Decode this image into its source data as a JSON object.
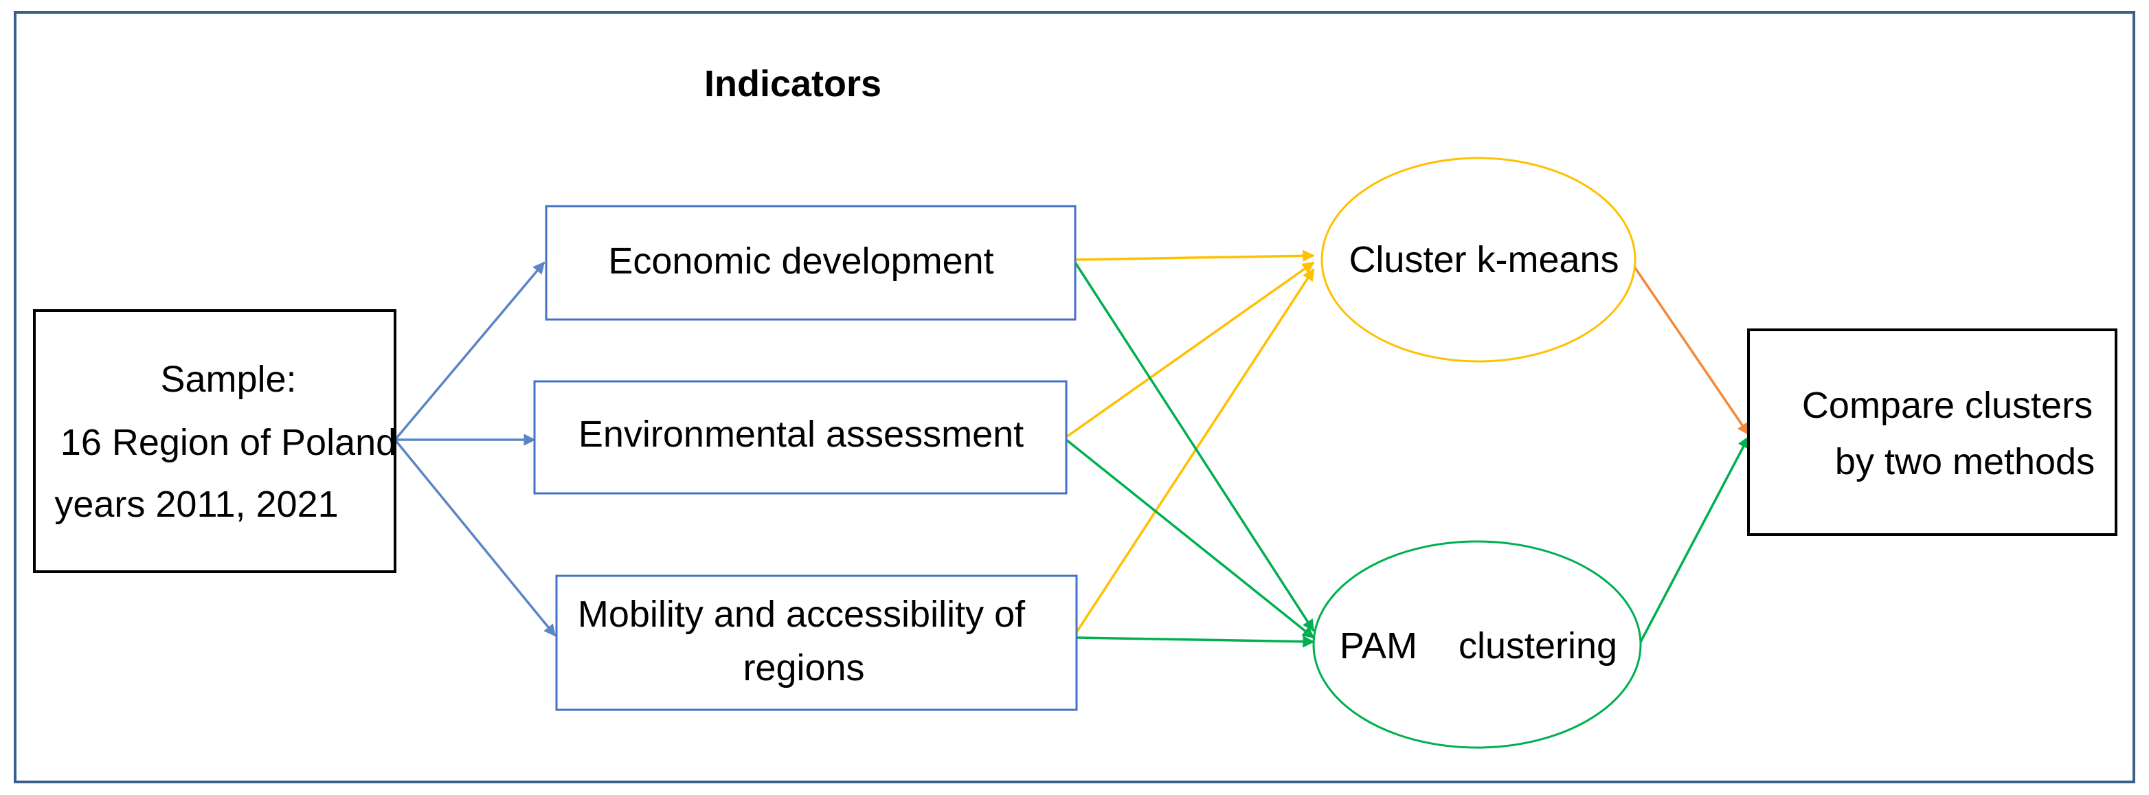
{
  "title": "Indicators",
  "sample": {
    "lines": [
      "Sample:",
      "16  Region of Poland",
      "years 2011,  2021"
    ]
  },
  "indicators": {
    "economic": "Economic development",
    "environmental": "Environmental assessment",
    "mobility": [
      "Mobility and accessibility of",
      "regions"
    ]
  },
  "methods": {
    "kmeans": "Cluster k-means",
    "pam": "PAM    clustering"
  },
  "result": {
    "lines": [
      "Compare clusters",
      "by two methods"
    ]
  },
  "colors": {
    "frame": "#3b5f8a",
    "blue_arrow": "#5b86c6",
    "kmeans": "#ffc000",
    "pam": "#00b050",
    "compare_arrow": "#f4883a"
  }
}
